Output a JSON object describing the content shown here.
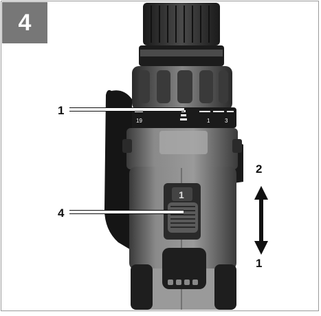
{
  "figure": {
    "number": "4"
  },
  "callouts": [
    {
      "label": "1"
    },
    {
      "label": "4"
    }
  ],
  "direction": {
    "up_label": "2",
    "down_label": "1"
  },
  "drill": {
    "ring_labels": [
      "19",
      "1",
      "3"
    ],
    "selector_label": "1"
  },
  "colors": {
    "tag_bg": "#777777",
    "frame": "#9a9a9a"
  }
}
